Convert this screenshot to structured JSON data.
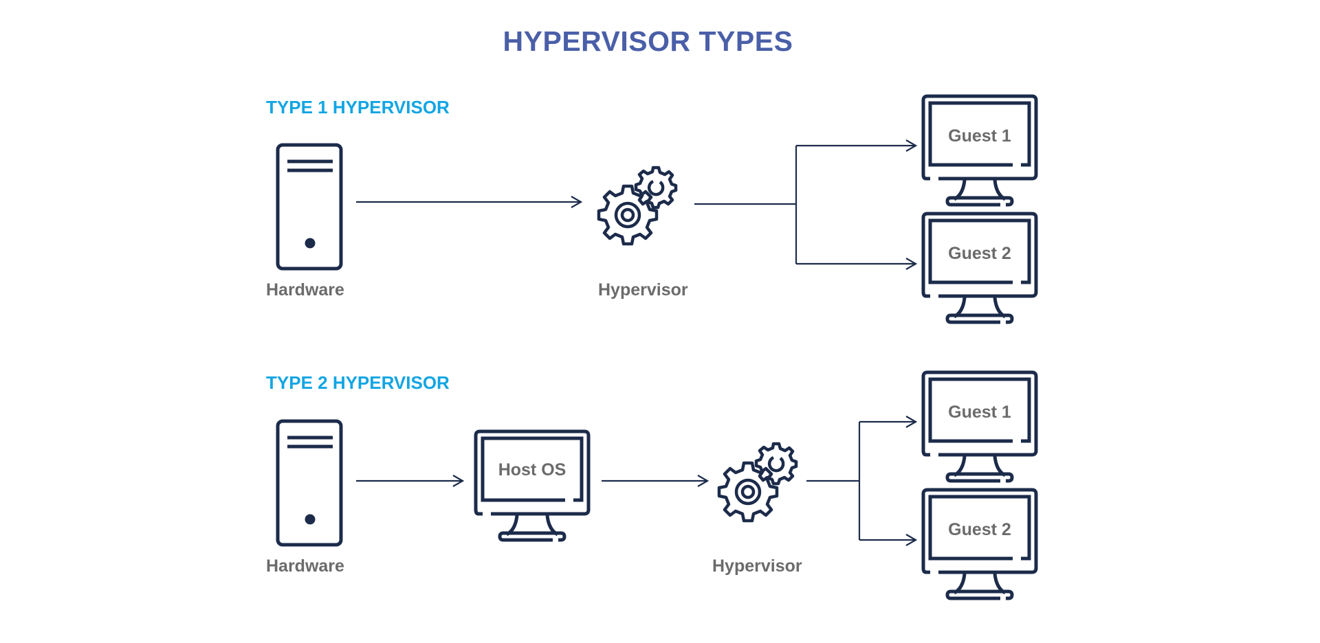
{
  "title": "HYPERVISOR TYPES",
  "colors": {
    "title": "#4a5fa8",
    "section": "#12a5e3",
    "icon_stroke": "#1c2b4a",
    "label": "#6b6b6b"
  },
  "type1": {
    "heading": "TYPE 1 HYPERVISOR",
    "hardware_label": "Hardware",
    "hypervisor_label": "Hypervisor",
    "guest1_label": "Guest 1",
    "guest2_label": "Guest 2",
    "icons": {
      "hardware": "server-tower-icon",
      "hypervisor": "gears-icon",
      "guest": "monitor-icon"
    }
  },
  "type2": {
    "heading": "TYPE 2 HYPERVISOR",
    "hardware_label": "Hardware",
    "host_label": "Host OS",
    "hypervisor_label": "Hypervisor",
    "guest1_label": "Guest 1",
    "guest2_label": "Guest 2",
    "icons": {
      "hardware": "server-tower-icon",
      "host": "monitor-icon",
      "hypervisor": "gears-icon",
      "guest": "monitor-icon"
    }
  }
}
